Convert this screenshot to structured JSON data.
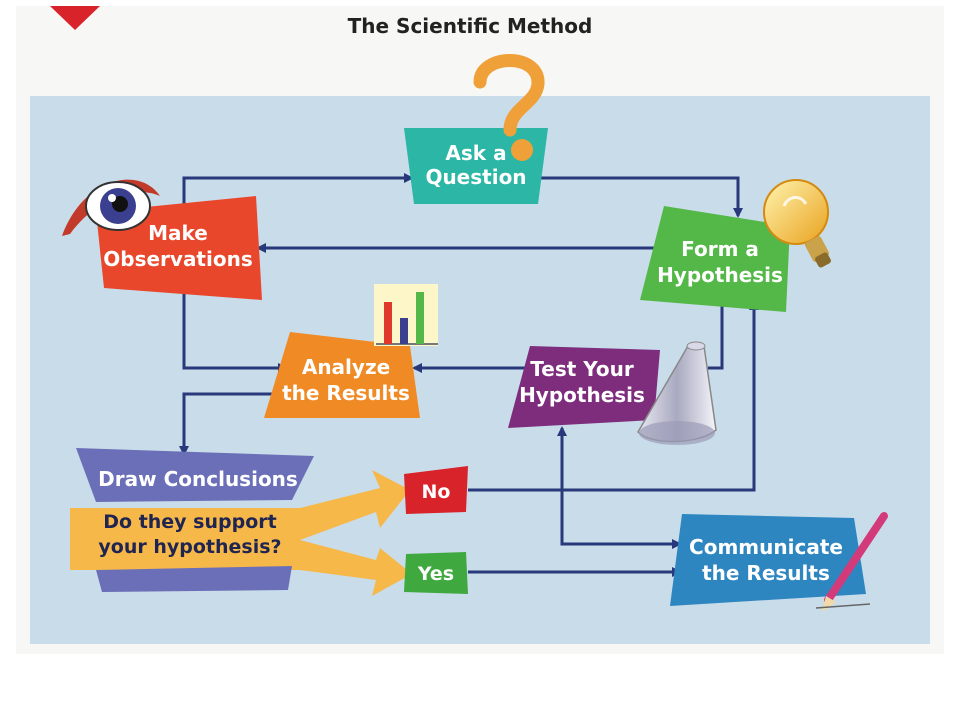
{
  "title": "The Scientific Method",
  "colors": {
    "background_panel": "#c9dcea",
    "arrow": "#27397a",
    "ask": "#2bb6a6",
    "observe": "#e9472c",
    "hypothesis": "#54b848",
    "analyze": "#f08a24",
    "test": "#7d2d7c",
    "conclusions": "#6b6fb8",
    "decision_arrow": "#f7b84a",
    "no": "#d8232a",
    "yes": "#3fa83f",
    "communicate": "#2e86c1"
  },
  "nodes": {
    "ask": {
      "line1": "Ask a",
      "line2": "Question"
    },
    "observe": {
      "line1": "Make",
      "line2": "Observations"
    },
    "hypothesis": {
      "line1": "Form a",
      "line2": "Hypothesis"
    },
    "analyze": {
      "line1": "Analyze",
      "line2": "the Results"
    },
    "test": {
      "line1": "Test Your",
      "line2": "Hypothesis"
    },
    "conclusions": {
      "label": "Draw Conclusions"
    },
    "question": {
      "line1": "Do they support",
      "line2": "your hypothesis?"
    },
    "no": {
      "label": "No"
    },
    "yes": {
      "label": "Yes"
    },
    "communicate": {
      "line1": "Communicate",
      "line2": "the Results"
    }
  },
  "icons": [
    "eye-icon",
    "question-mark-icon",
    "lightbulb-icon",
    "bar-chart-icon",
    "flask-icon",
    "pencil-icon"
  ]
}
